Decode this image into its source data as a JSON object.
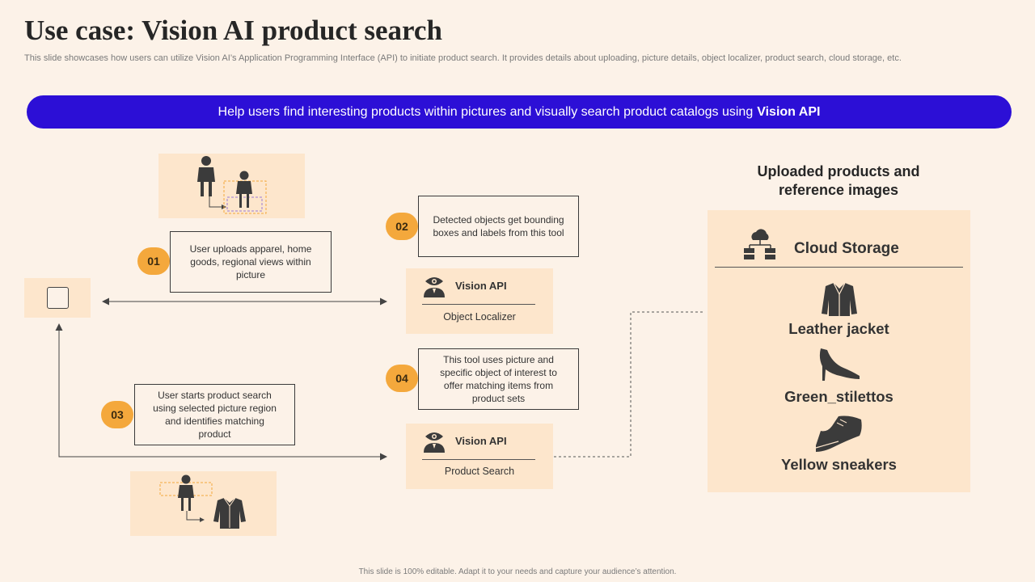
{
  "title": "Use case: Vision AI product search",
  "subtitle": "This slide showcases how users can utilize Vision AI’s Application Programming Interface (API) to initiate product search. It provides details about uploading, picture details, object localizer, product search, cloud storage, etc.",
  "banner": {
    "text": "Help users find interesting products within pictures and visually  search product catalogs using",
    "highlight": "Vision API",
    "color": "#2c0fd6"
  },
  "steps": [
    {
      "number": "01",
      "text": "User uploads apparel, home goods, regional views within picture"
    },
    {
      "number": "02",
      "text": "Detected objects get bounding boxes and labels from this tool"
    },
    {
      "number": "03",
      "text": "User starts product search using selected picture region and identifies matching product"
    },
    {
      "number": "04",
      "text": "This tool uses picture and specific object of interest to offer matching items from product sets"
    }
  ],
  "api_cards": [
    {
      "title": "Vision API",
      "subtitle": "Object Localizer",
      "icon": "user-eye-icon"
    },
    {
      "title": "Vision API",
      "subtitle": "Product Search",
      "icon": "user-eye-icon"
    }
  ],
  "right_panel": {
    "heading": "Uploaded products and reference images",
    "storage_label": "Cloud Storage",
    "storage_icon": "cloud-server-icon",
    "products": [
      {
        "label": "Leather jacket",
        "icon": "leather-jacket-icon"
      },
      {
        "label": "Green_stilettos",
        "icon": "stiletto-icon"
      },
      {
        "label": "Yellow sneakers",
        "icon": "sneaker-icon"
      }
    ]
  },
  "footer": "This slide is 100% editable. Adapt it to your needs and capture your audience’s attention.",
  "colors": {
    "background": "#fcf2e8",
    "accent": "#f4a83c",
    "panel": "#fde6cc"
  }
}
